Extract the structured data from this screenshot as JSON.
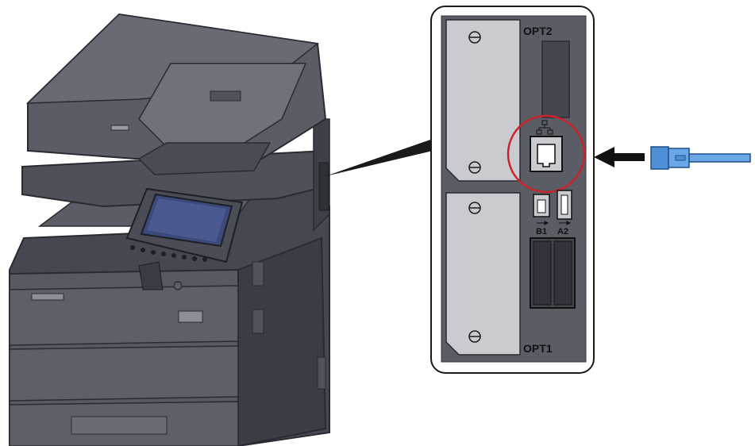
{
  "panel": {
    "opt2_label": "OPT2",
    "opt1_label": "OPT1",
    "usb_b1_label": "B1",
    "usb_a2_label": "A2"
  },
  "colors": {
    "printer_body": "#4a4c55",
    "printer_dark": "#33343b",
    "panel_bg": "#5b5d66",
    "slot_plate": "#c9cbd0",
    "highlight_ring": "#c9242b",
    "cable_blue": "#4f8fd6",
    "arrow": "#111111"
  },
  "icons": {
    "network_port": "ethernet-port-icon",
    "network_symbol": "network-icon",
    "usb_symbol": "usb-icon",
    "arrow": "arrow-left-icon",
    "cable": "lan-cable-icon"
  }
}
